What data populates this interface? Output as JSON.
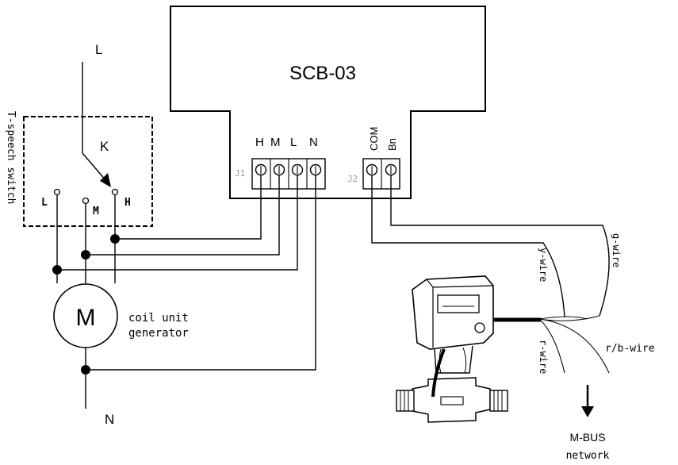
{
  "controller": {
    "model": "SCB-03",
    "connector_j1": {
      "id": "J1",
      "pins": [
        "H",
        "M",
        "L",
        "N"
      ]
    },
    "connector_j2": {
      "id": "J2",
      "pins": [
        "COM",
        "Bn"
      ]
    }
  },
  "supply": {
    "line": "L",
    "neutral": "N"
  },
  "switch": {
    "title": "T-speech switch",
    "contact": "K",
    "positions": {
      "low": "L",
      "mid": "M",
      "high": "H"
    }
  },
  "motor": {
    "symbol": "M",
    "label_line1": "coil unit",
    "label_line2": "generator"
  },
  "meter_wires": {
    "g": "g-wire",
    "y": "y-wire",
    "r": "r-wire",
    "rb": "r/b-wire"
  },
  "network": {
    "line1": "M-BUS",
    "line2": "network"
  }
}
